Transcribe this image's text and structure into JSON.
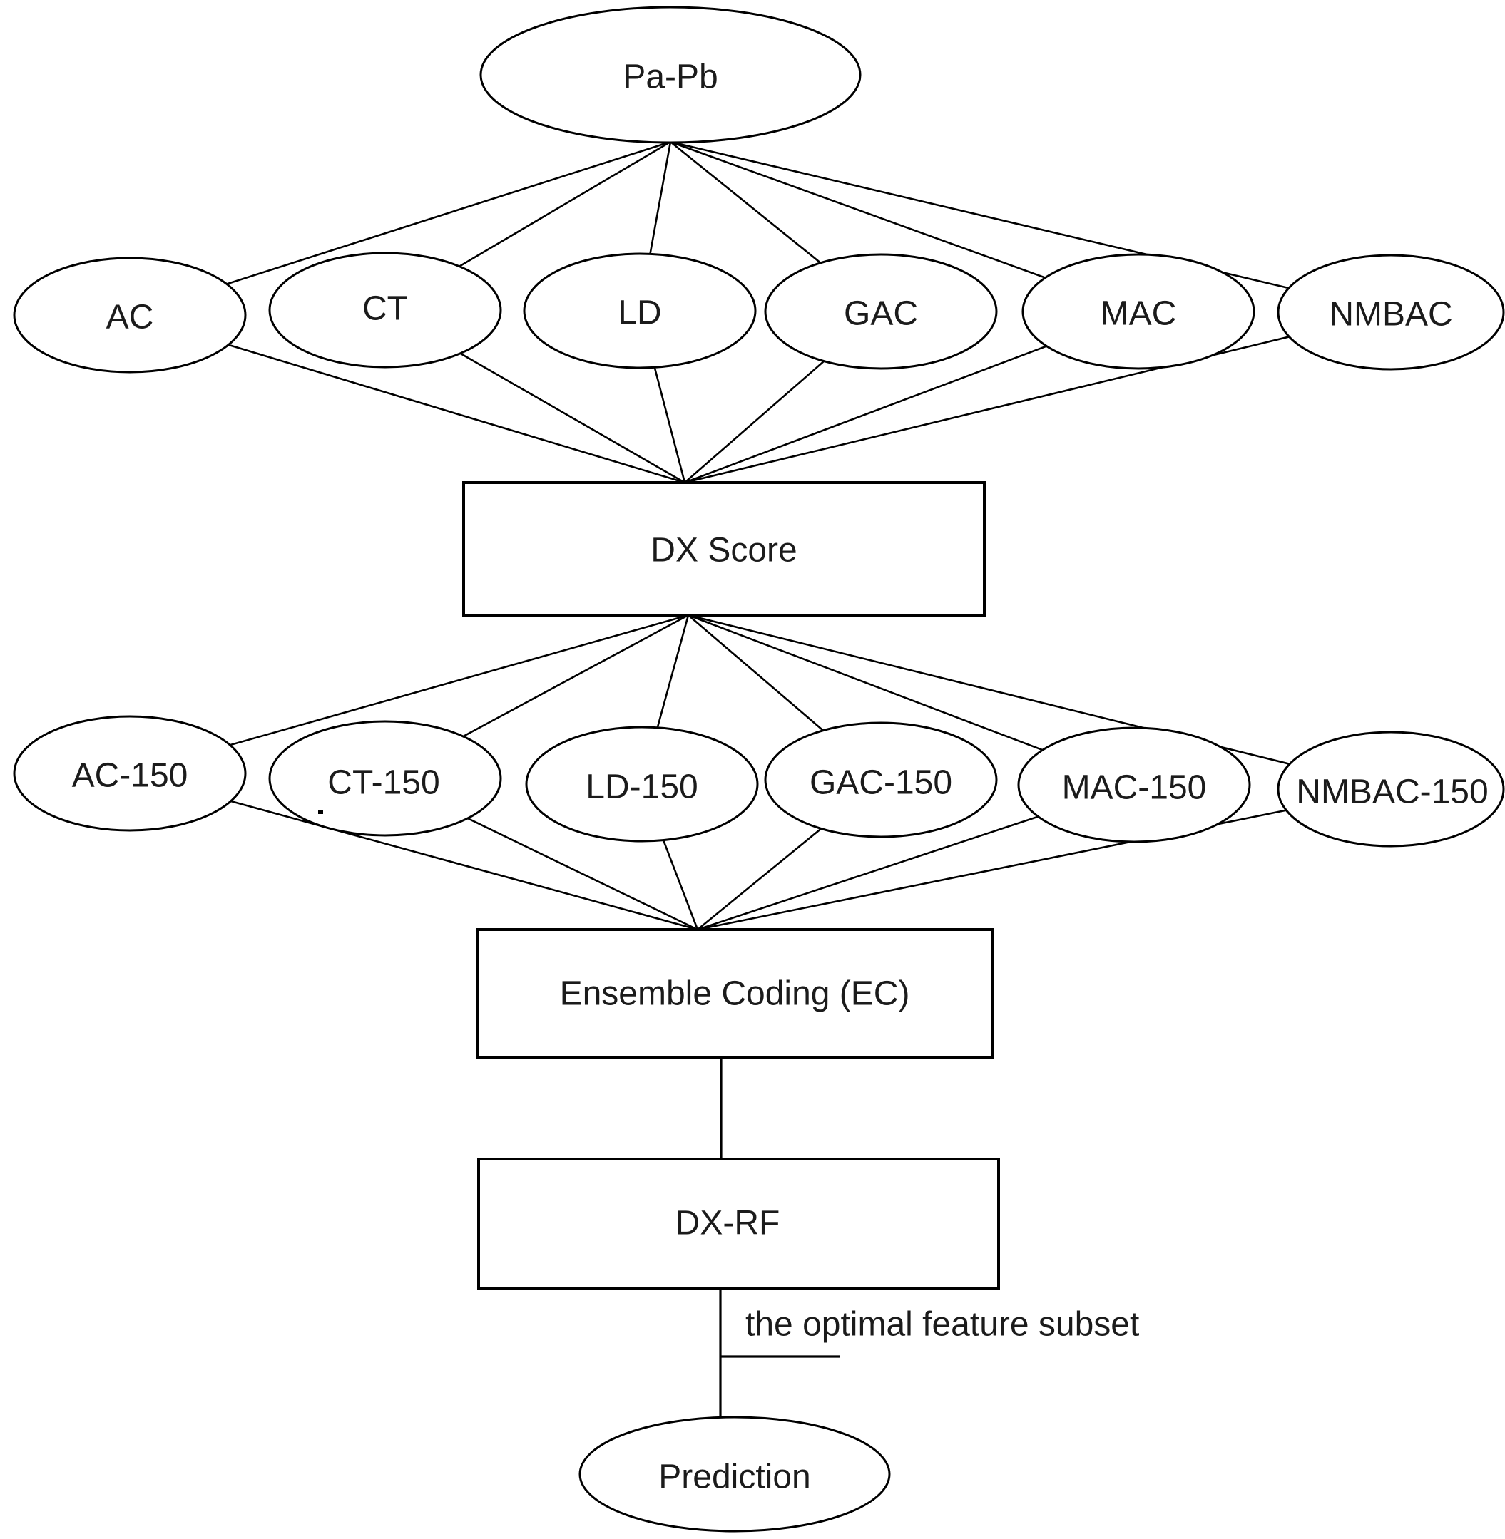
{
  "flowchart": {
    "nodes": {
      "pa_pb": {
        "label": "Pa-Pb",
        "shape": "ellipse"
      },
      "ac": {
        "label": "AC",
        "shape": "ellipse"
      },
      "ct": {
        "label": "CT",
        "shape": "ellipse"
      },
      "ld": {
        "label": "LD",
        "shape": "ellipse"
      },
      "gac": {
        "label": "GAC",
        "shape": "ellipse"
      },
      "mac": {
        "label": "MAC",
        "shape": "ellipse"
      },
      "nmbac": {
        "label": "NMBAC",
        "shape": "ellipse"
      },
      "dx_score": {
        "label": "DX Score",
        "shape": "rect"
      },
      "ac_150": {
        "label": "AC-150",
        "shape": "ellipse"
      },
      "ct_150": {
        "label": "CT-150",
        "shape": "ellipse"
      },
      "ld_150": {
        "label": "LD-150",
        "shape": "ellipse"
      },
      "gac_150": {
        "label": "GAC-150",
        "shape": "ellipse"
      },
      "mac_150": {
        "label": "MAC-150",
        "shape": "ellipse"
      },
      "nmbac_150": {
        "label": "NMBAC-150",
        "shape": "ellipse"
      },
      "ensemble_coding": {
        "label": "Ensemble Coding (EC)",
        "shape": "rect"
      },
      "dx_rf": {
        "label": "DX-RF",
        "shape": "rect"
      },
      "prediction": {
        "label": "Prediction",
        "shape": "ellipse"
      }
    },
    "annotation": "the optimal feature subset",
    "edges": [
      {
        "from": "pa_pb",
        "to": "ac"
      },
      {
        "from": "pa_pb",
        "to": "ct"
      },
      {
        "from": "pa_pb",
        "to": "ld"
      },
      {
        "from": "pa_pb",
        "to": "gac"
      },
      {
        "from": "pa_pb",
        "to": "mac"
      },
      {
        "from": "pa_pb",
        "to": "nmbac"
      },
      {
        "from": "ac",
        "to": "dx_score"
      },
      {
        "from": "ct",
        "to": "dx_score"
      },
      {
        "from": "ld",
        "to": "dx_score"
      },
      {
        "from": "gac",
        "to": "dx_score"
      },
      {
        "from": "mac",
        "to": "dx_score"
      },
      {
        "from": "nmbac",
        "to": "dx_score"
      },
      {
        "from": "dx_score",
        "to": "ac_150"
      },
      {
        "from": "dx_score",
        "to": "ct_150"
      },
      {
        "from": "dx_score",
        "to": "ld_150"
      },
      {
        "from": "dx_score",
        "to": "gac_150"
      },
      {
        "from": "dx_score",
        "to": "mac_150"
      },
      {
        "from": "dx_score",
        "to": "nmbac_150"
      },
      {
        "from": "ac_150",
        "to": "ensemble_coding"
      },
      {
        "from": "ct_150",
        "to": "ensemble_coding"
      },
      {
        "from": "ld_150",
        "to": "ensemble_coding"
      },
      {
        "from": "gac_150",
        "to": "ensemble_coding"
      },
      {
        "from": "mac_150",
        "to": "ensemble_coding"
      },
      {
        "from": "nmbac_150",
        "to": "ensemble_coding"
      },
      {
        "from": "ensemble_coding",
        "to": "dx_rf"
      },
      {
        "from": "dx_rf",
        "to": "prediction",
        "label": "the optimal feature subset"
      }
    ],
    "colors": {
      "stroke": "#000000",
      "text": "#1b1b1b",
      "background": "#ffffff"
    }
  }
}
